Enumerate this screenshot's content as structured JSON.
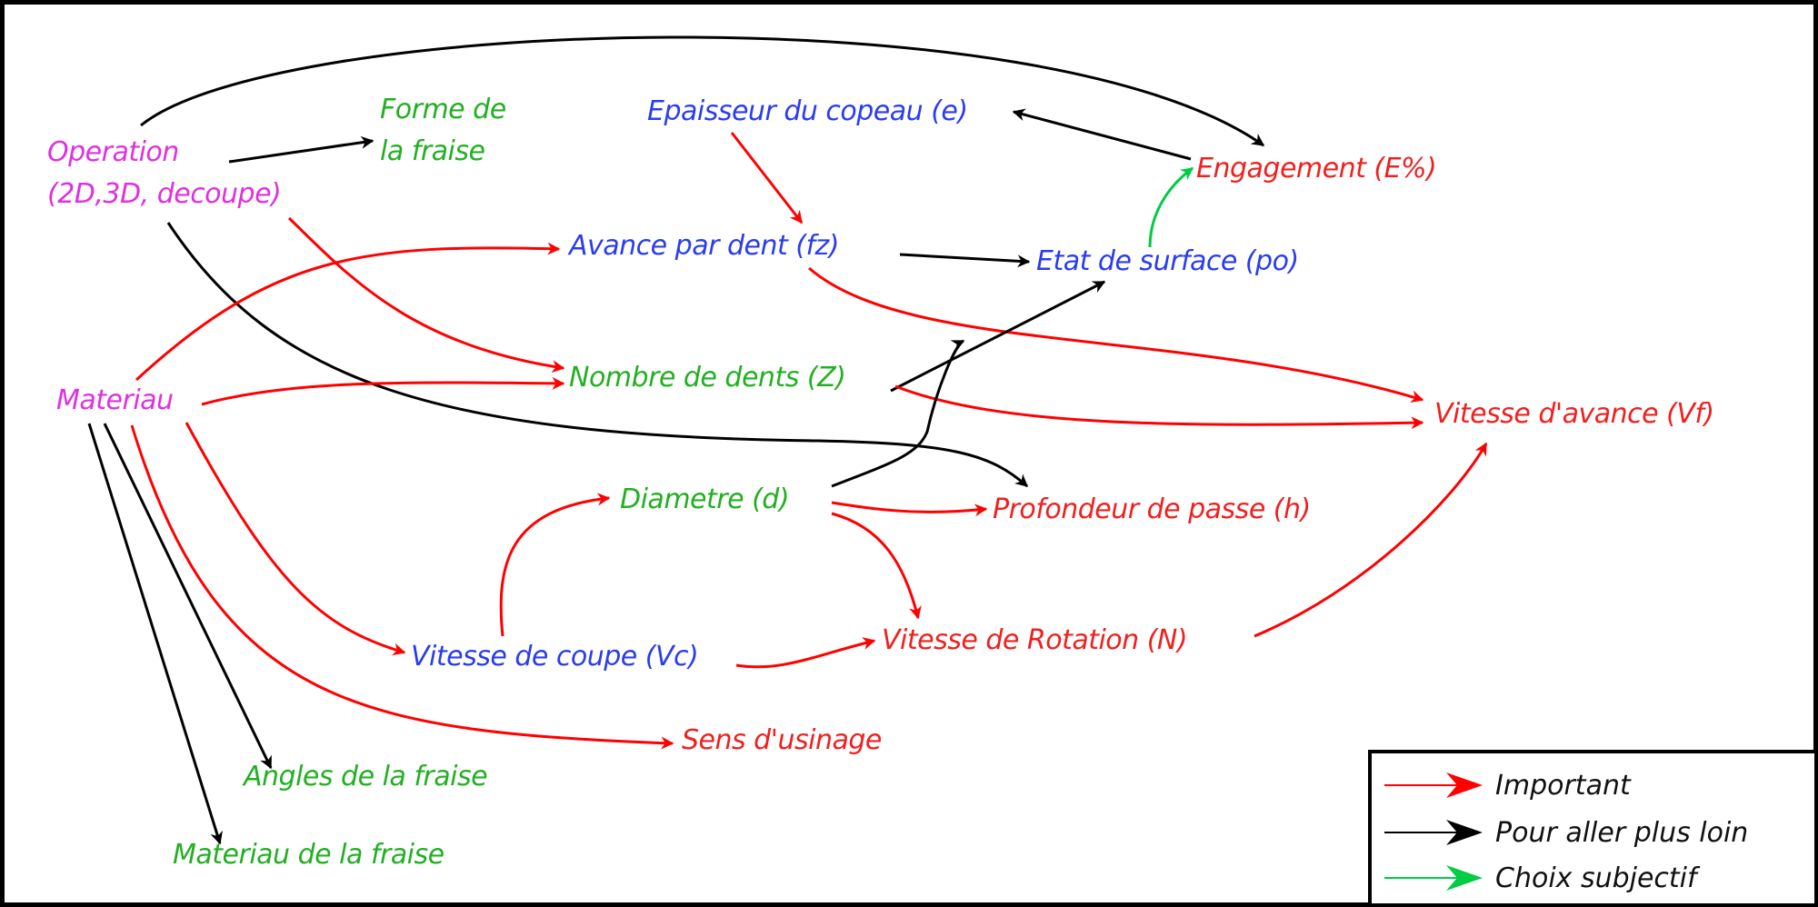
{
  "diagram": {
    "nodes": [
      {
        "id": "operation",
        "lines": [
          "Operation",
          "(2D,3D, decoupe)"
        ],
        "color": "#e030e0"
      },
      {
        "id": "forme",
        "lines": [
          "Forme de",
          "la fraise"
        ],
        "color": "#22b022"
      },
      {
        "id": "epaisseur",
        "lines": [
          "Epaisseur du copeau (e)"
        ],
        "color": "#2a3cf0"
      },
      {
        "id": "engagement",
        "lines": [
          "Engagement (E%)"
        ],
        "color": "#f0201f"
      },
      {
        "id": "avance_dent",
        "lines": [
          "Avance par dent (fz)"
        ],
        "color": "#2a3cf0"
      },
      {
        "id": "etat_surface",
        "lines": [
          "Etat de surface (po)"
        ],
        "color": "#2a3cf0"
      },
      {
        "id": "materiau",
        "lines": [
          "Materiau"
        ],
        "color": "#e030e0"
      },
      {
        "id": "nombre_dents",
        "lines": [
          "Nombre de dents (Z)"
        ],
        "color": "#22b022"
      },
      {
        "id": "vitesse_avance",
        "lines": [
          "Vitesse d'avance (Vf)"
        ],
        "color": "#f0201f"
      },
      {
        "id": "diametre",
        "lines": [
          "Diametre (d)"
        ],
        "color": "#22b022"
      },
      {
        "id": "profondeur",
        "lines": [
          "Profondeur de passe (h)"
        ],
        "color": "#f0201f"
      },
      {
        "id": "vitesse_coupe",
        "lines": [
          "Vitesse de coupe (Vc)"
        ],
        "color": "#2a3cf0"
      },
      {
        "id": "vitesse_rotation",
        "lines": [
          "Vitesse de Rotation (N)"
        ],
        "color": "#f0201f"
      },
      {
        "id": "sens_usinage",
        "lines": [
          "Sens d'usinage"
        ],
        "color": "#f0201f"
      },
      {
        "id": "angles_fraise",
        "lines": [
          "Angles de la fraise"
        ],
        "color": "#22b022"
      },
      {
        "id": "materiau_fraise",
        "lines": [
          "Materiau de la fraise"
        ],
        "color": "#22b022"
      }
    ],
    "edges": [
      {
        "from": "operation",
        "to": "forme",
        "type": "further"
      },
      {
        "from": "operation",
        "to": "engagement",
        "type": "further"
      },
      {
        "from": "operation",
        "to": "nombre_dents",
        "type": "important"
      },
      {
        "from": "operation",
        "to": "profondeur",
        "type": "further"
      },
      {
        "from": "engagement",
        "to": "epaisseur",
        "type": "further"
      },
      {
        "from": "epaisseur",
        "to": "avance_dent",
        "type": "important"
      },
      {
        "from": "etat_surface",
        "to": "engagement",
        "type": "subjective"
      },
      {
        "from": "avance_dent",
        "to": "etat_surface",
        "type": "further"
      },
      {
        "from": "avance_dent",
        "to": "vitesse_avance",
        "type": "important"
      },
      {
        "from": "materiau",
        "to": "avance_dent",
        "type": "important"
      },
      {
        "from": "materiau",
        "to": "nombre_dents",
        "type": "important"
      },
      {
        "from": "materiau",
        "to": "vitesse_coupe",
        "type": "important"
      },
      {
        "from": "materiau",
        "to": "sens_usinage",
        "type": "important"
      },
      {
        "from": "materiau",
        "to": "angles_fraise",
        "type": "further"
      },
      {
        "from": "materiau",
        "to": "materiau_fraise",
        "type": "further"
      },
      {
        "from": "nombre_dents",
        "to": "etat_surface",
        "type": "further"
      },
      {
        "from": "nombre_dents",
        "to": "vitesse_avance",
        "type": "important"
      },
      {
        "from": "diametre",
        "to": "etat_surface",
        "type": "further"
      },
      {
        "from": "diametre",
        "to": "profondeur",
        "type": "important"
      },
      {
        "from": "diametre",
        "to": "vitesse_rotation",
        "type": "important"
      },
      {
        "from": "vitesse_coupe",
        "to": "diametre",
        "type": "important"
      },
      {
        "from": "vitesse_coupe",
        "to": "vitesse_rotation",
        "type": "important"
      },
      {
        "from": "vitesse_rotation",
        "to": "vitesse_avance",
        "type": "important"
      }
    ]
  },
  "legend": {
    "items": [
      {
        "label": "Important",
        "color": "#ff0000",
        "type": "important"
      },
      {
        "label": "Pour aller plus loin",
        "color": "#000000",
        "type": "further"
      },
      {
        "label": "Choix subjectif",
        "color": "#00cc44",
        "type": "subjective"
      }
    ]
  },
  "edge_colors": {
    "important": "#ff0000",
    "further": "#000000",
    "subjective": "#00cc44"
  }
}
